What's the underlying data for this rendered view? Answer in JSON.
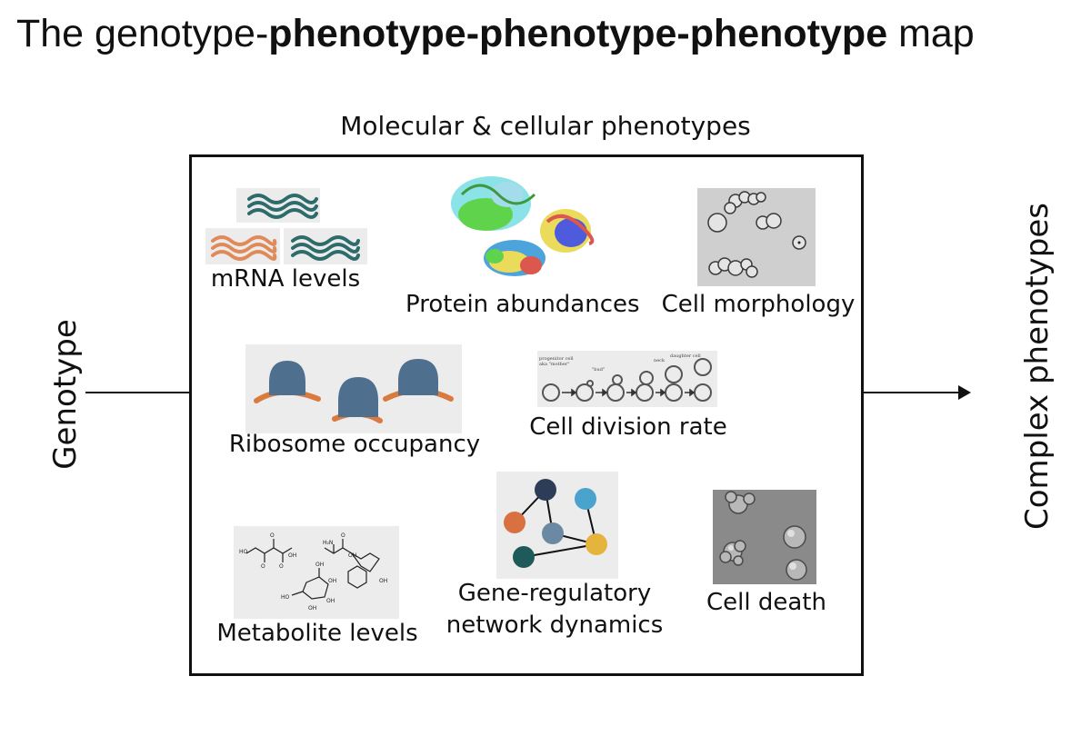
{
  "title": {
    "prefix": "The genotype-",
    "bold": "phenotype-phenotype-phenotype",
    "suffix": " map"
  },
  "box_heading": "Molecular & cellular phenotypes",
  "left_label": "Genotype",
  "right_label": "Complex phenotypes",
  "items": {
    "mrna": "mRNA levels",
    "protein": "Protein abundances",
    "morphology": "Cell morphology",
    "ribosome": "Ribosome occupancy",
    "division": "Cell division rate",
    "metabolite": "Metabolite levels",
    "network_line1": "Gene-regulatory",
    "network_line2": "network dynamics",
    "death": "Cell death"
  },
  "division_annotations": {
    "progenitor": "progenitor cell",
    "aka": "aka \"mother\"",
    "bud": "\"bud\"",
    "neck": "neck",
    "daughter": "daughter cell"
  },
  "colors": {
    "mrna_teal": "#2e6b6b",
    "mrna_orange": "#e08a5a",
    "ribosome_body": "#4f6f8f",
    "ribosome_strand": "#d97a3e",
    "node_navy": "#2c3e57",
    "node_blue": "#4aa3cc",
    "node_orange": "#d9703f",
    "node_slate": "#6b89a3",
    "node_teal": "#1f5a5a",
    "node_gold": "#e5b43c"
  }
}
